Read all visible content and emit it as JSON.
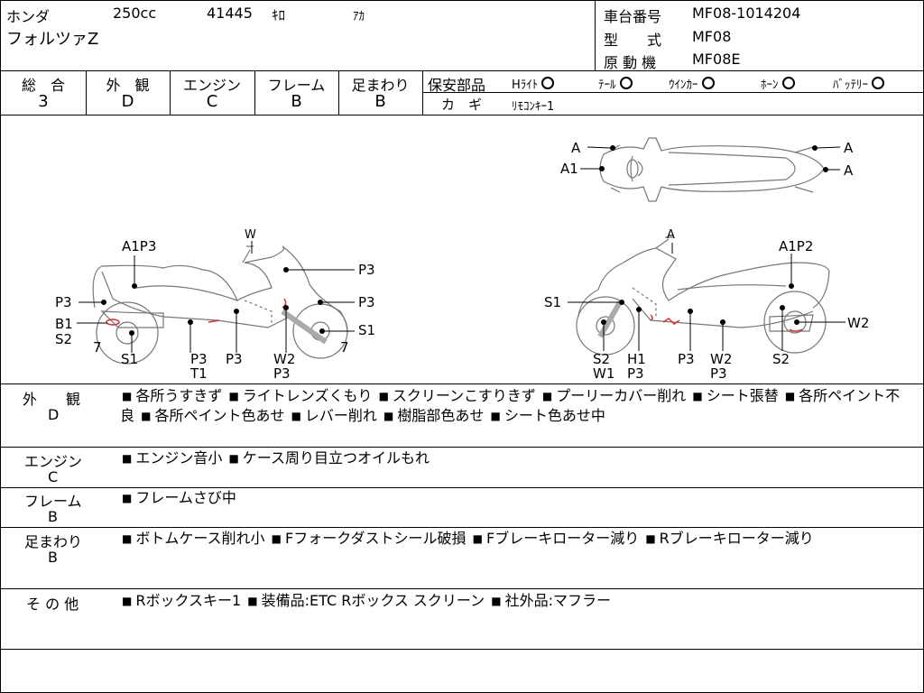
{
  "header": {
    "maker": "ホンダ",
    "displacement": "250cc",
    "mileage": "41445",
    "mileage_unit": "ｷﾛ",
    "color": "ｱｶ",
    "model_name": "フォルツァZ",
    "chassis_label": "車台番号",
    "chassis_value": "MF08-1014204",
    "type_label": "型　　式",
    "type_value": "MF08",
    "engine_label": "原 動 機",
    "engine_value": "MF08E"
  },
  "grades": {
    "overall": {
      "label": "総　合",
      "value": "3"
    },
    "exterior": {
      "label": "外　観",
      "value": "D"
    },
    "engine": {
      "label": "エンジン",
      "value": "C"
    },
    "frame": {
      "label": "フレーム",
      "value": "B"
    },
    "suspension": {
      "label": "足まわり",
      "value": "B"
    }
  },
  "safety": {
    "label": "保安部品",
    "headlight": "Hﾗｲﾄ",
    "tail": "ﾃｰﾙ",
    "winker": "ｳｲﾝｶｰ",
    "horn": "ﾎｰﾝ",
    "battery": "ﾊﾞｯﾃﾘｰ",
    "key_label": "カ　ギ",
    "key_value": "ﾘﾓｺﾝｷｰ1"
  },
  "diagram": {
    "top_left_a": "A",
    "top_left_a1": "A1",
    "top_right_a1": "A",
    "top_right_a2": "A",
    "left": {
      "a1p3": "A1P3",
      "w": "W",
      "p3_top": "P3",
      "p3_left": "P3",
      "p3_right": "P3",
      "b1": "B1",
      "s2": "S2",
      "s1_right": "S1",
      "seven_l": "7",
      "seven_r": "7",
      "s1": "S1",
      "p3_b1": "P3",
      "t1": "T1",
      "p3_b2": "P3",
      "w2": "W2",
      "p3_b3": "P3"
    },
    "right": {
      "a": "A",
      "a1p2": "A1P2",
      "s1": "S1",
      "w2_right": "W2",
      "s2": "S2",
      "w1": "W1",
      "h1": "H1",
      "p3_b1": "P3",
      "p3_b2": "P3",
      "w2": "W2",
      "p3_b3": "P3",
      "s2_right": "S2"
    }
  },
  "notes": {
    "exterior": {
      "label": "外　　観",
      "grade": "D",
      "items": [
        "各所うすきず",
        "ライトレンズくもり",
        "スクリーンこすりきず",
        "プーリーカバー削れ",
        "シート張替",
        "各所ペイント不良",
        "各所ペイント色あせ",
        "レバー削れ",
        "樹脂部色あせ",
        "シート色あせ中"
      ]
    },
    "engine": {
      "label": "エンジン",
      "grade": "C",
      "items": [
        "エンジン音小",
        "ケース周り目立つオイルもれ"
      ]
    },
    "frame": {
      "label": "フレーム",
      "grade": "B",
      "items": [
        "フレームさび中"
      ]
    },
    "suspension": {
      "label": "足まわり",
      "grade": "B",
      "items": [
        "ボトムケース削れ小",
        "Fフォークダストシール破損",
        "Fブレーキローター減り",
        "Rブレーキローター減り"
      ]
    },
    "other": {
      "label": "そ の 他",
      "items": [
        "Rボックスキー1",
        "装備品:ETC Rボックス スクリーン",
        "社外品:マフラー"
      ]
    }
  }
}
